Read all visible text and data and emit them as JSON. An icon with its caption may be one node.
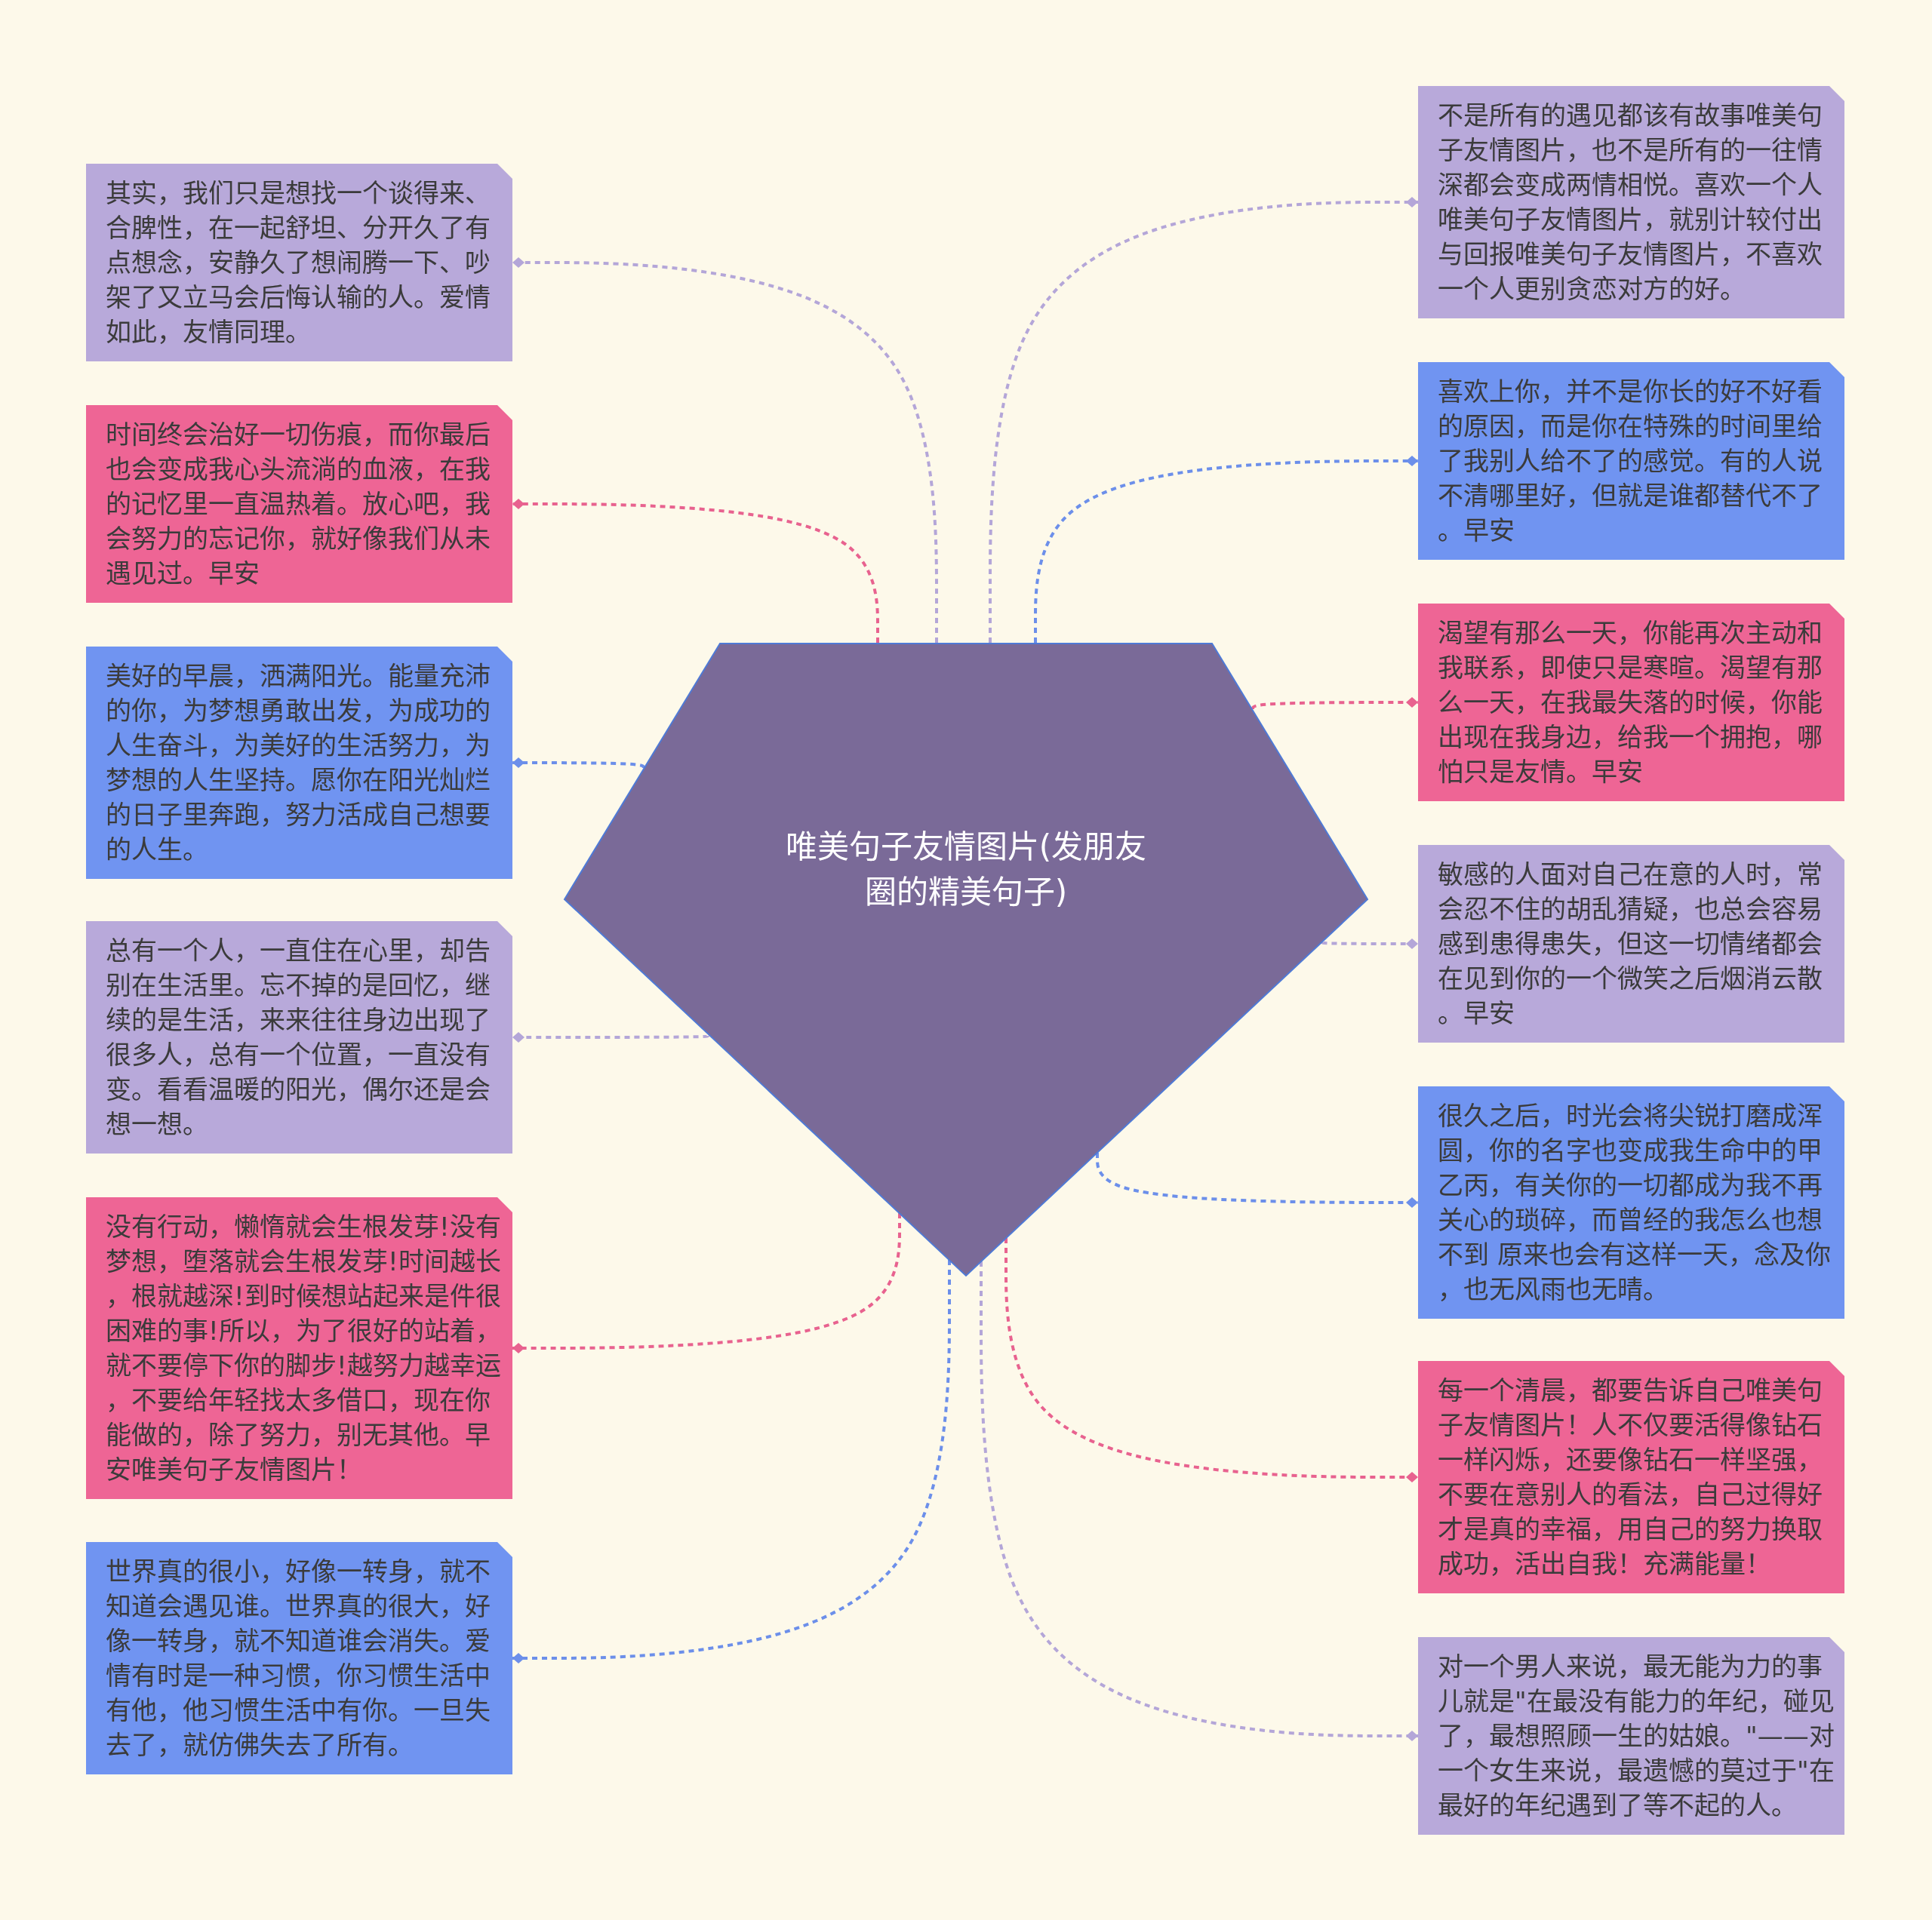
{
  "diagram": {
    "nodes": [
      {
        "text": [
          "唯美句子友情图片(发朋友圈的精美句子)"
        ]
      },
      {
        "text": [
          "其实，我们只是想找一个谈得来、合脾性，在一起舒坦、分开久了有点想念，安静久了想闹腾一下、吵架了又立马会后悔认输的人。爱情如此，友情同理。"
        ]
      },
      {
        "text": [
          "时间终会治好一切伤痕，而你最后也会变成我心头流淌的血液，在我的记忆里一直温热着。放心吧，我会努力的忘记你，就好像我们从未遇见过。早安"
        ]
      },
      {
        "text": [
          "美好的早晨，洒满阳光。能量充沛的你，为梦想勇敢出发，为成功的人生奋斗，为美好的生活努力，为梦想的人生坚持。愿你在阳光灿烂的日子里奔跑，努力活成自己想要的人生。"
        ]
      },
      {
        "text": [
          "总有一个人，一直住在心里，却告别在生活里。忘不掉的是回忆，继续的是生活，来来往往身边出现了很多人，总有一个位置，一直没有变。看看温暖的阳光，偶尔还是会想一想。"
        ]
      },
      {
        "text": [
          "没有行动，懒惰就会生根发芽!没有梦想，堕落就会生根发芽!时间越长，根就越深!到时候想站起来是件很困难的事!所以，为了很好的站着，就不要停下你的脚步!越努力越幸运，不要给年轻找太多借口，现在你能做的，除了努力，别无其他。早安唯美句子友情图片！"
        ]
      },
      {
        "text": [
          "世界真的很小，好像一转身，就不知道会遇见谁。世界真的很大，好像一转身，就不知道谁会消失。爱情有时是一种习惯，你习惯生活中有他，他习惯生活中有你。一旦失去了，就仿佛失去了所有。"
        ]
      },
      {
        "text": [
          "不是所有的遇见都该有故事唯美句子友情图片，也不是所有的一往情深都会变成两情相悦。喜欢一个人唯美句子友情图片，就别计较付出与回报唯美句子友情图片，不喜欢一个人更别贪恋对方的好。"
        ]
      },
      {
        "text": [
          "喜欢上你，并不是你长的好不好看的原因，而是你在特殊的时间里给了我别人给不了的感觉。有的人说不清哪里好，但就是谁都替代不了。早安"
        ]
      },
      {
        "text": [
          "渴望有那么一天，你能再次主动和我联系，即使只是寒暄。渴望有那么一天，在我最失落的时候，你能出现在我身边，给我一个拥抱，哪怕只是友情。早安"
        ]
      },
      {
        "text": [
          "敏感的人面对自己在意的人时，常会忍不住的胡乱猜疑，也总会容易感到患得患失，但这一切情绪都会在见到你的一个微笑之后烟消云散。早安"
        ]
      },
      {
        "text": [
          "很久之后，时光会将尖锐打磨成浑圆，你的名字也变成我生命中的甲乙丙，有关你的一切都成为我不再关心的琐碎，而曾经的我怎么也想不到 原来也会有这样一天，念及你，也无风雨也无晴。"
        ]
      },
      {
        "text": [
          "每一个清晨，都要告诉自己唯美句子友情图片！人不仅要活得像钻石一样闪烁，还要像钻石一样坚强，不要在意别人的看法，自己过得好才是真的幸福，用自己的努力换取成功，活出自我！充满能量！"
        ]
      },
      {
        "text": [
          "对一个男人来说，最无能为力的事儿就是\"在最没有能力的年纪，碰见了，最想照顾一生的姑娘。\"——对一个女生来说，最遗憾的莫过于\"在最好的年纪遇到了等不起的人。"
        ]
      }
    ],
    "edges": [
      {
        "from": 0,
        "to": 1,
        "arrow": "other"
      },
      {
        "from": 0,
        "to": 2,
        "arrow": "other",
        "color": "#e8628f"
      },
      {
        "from": 0,
        "to": 3,
        "arrow": "other",
        "color": "#6c8fea"
      },
      {
        "from": 0,
        "to": 4,
        "arrow": "other"
      },
      {
        "from": 0,
        "to": 5,
        "arrow": "other",
        "color": "#e8628f"
      },
      {
        "from": 0,
        "to": 6,
        "arrow": "other",
        "color": "#6c8fea"
      },
      {
        "from": 0,
        "to": 7,
        "arrow": "other"
      },
      {
        "from": 0,
        "to": 8,
        "arrow": "other",
        "color": "#6c8fea"
      },
      {
        "from": 0,
        "to": 9,
        "arrow": "other",
        "color": "#e8628f"
      },
      {
        "from": 0,
        "to": 10,
        "arrow": "other"
      },
      {
        "from": 0,
        "to": 11,
        "arrow": "other",
        "color": "#6c8fea"
      },
      {
        "from": 0,
        "to": 12,
        "arrow": "other",
        "color": "#e8628f"
      },
      {
        "from": 0,
        "to": 13,
        "arrow": "other"
      }
    ]
  }
}
